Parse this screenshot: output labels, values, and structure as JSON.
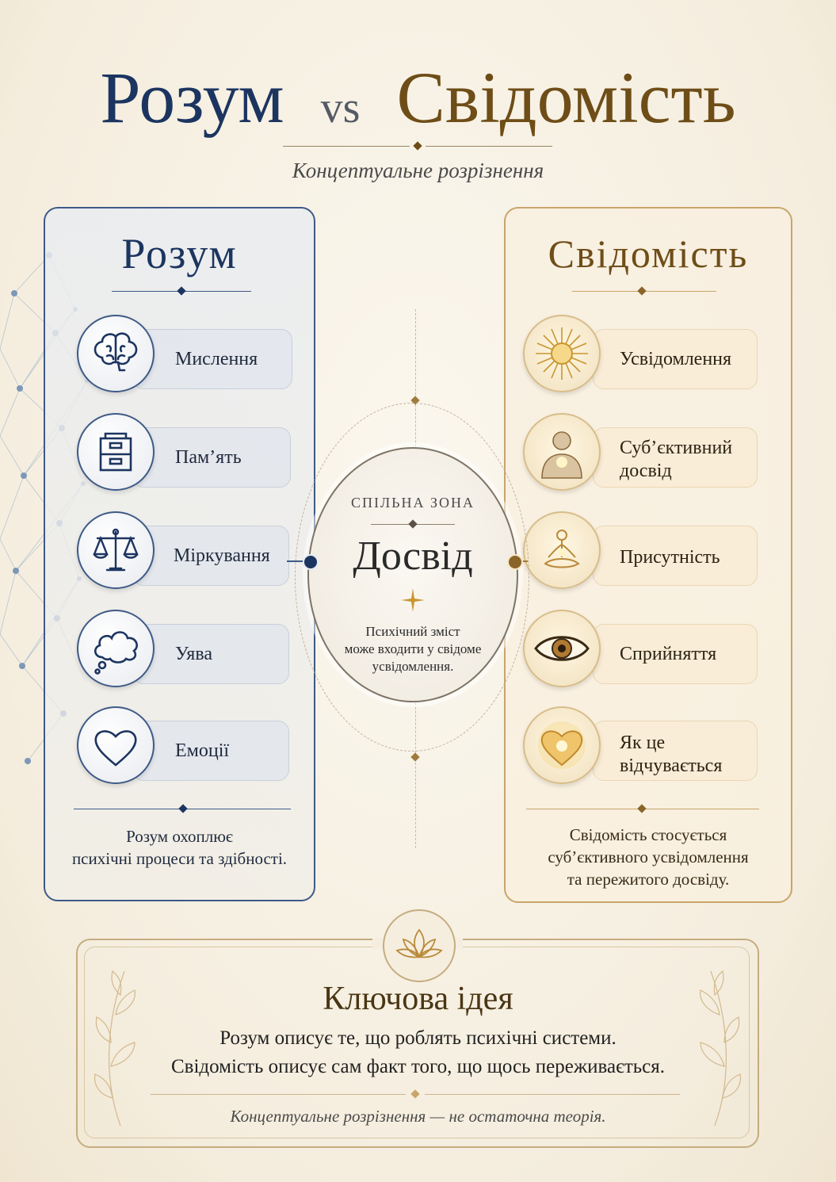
{
  "title": {
    "mind": "Розум",
    "vs": "vs",
    "consciousness": "Свідомість"
  },
  "subtitle": "Концептуальне розрізнення",
  "mind_panel": {
    "heading": "Розум",
    "items": [
      {
        "label": "Мислення",
        "icon": "brain-icon"
      },
      {
        "label": "Пам’ять",
        "icon": "file-cabinet-icon"
      },
      {
        "label": "Міркування",
        "icon": "scales-icon"
      },
      {
        "label": "Уява",
        "icon": "thought-cloud-icon"
      },
      {
        "label": "Емоції",
        "icon": "heart-outline-icon"
      }
    ],
    "footer": [
      "Розум охоплює",
      "психічні процеси та здібності."
    ]
  },
  "consciousness_panel": {
    "heading": "Свідомість",
    "items": [
      {
        "label": "Усвідомлення",
        "icon": "sun-icon"
      },
      {
        "label": "Суб’єктивний досвід",
        "lines": [
          "Суб’єктивний",
          "досвід"
        ],
        "icon": "person-silhouette-icon"
      },
      {
        "label": "Присутність",
        "icon": "meditation-icon"
      },
      {
        "label": "Сприйняття",
        "icon": "eye-icon"
      },
      {
        "label": "Як це відчувається",
        "lines": [
          "Як це",
          "відчувається"
        ],
        "icon": "glowing-heart-icon"
      }
    ],
    "footer": [
      "Свідомість стосується",
      "суб’єктивного усвідомлення",
      "та пережитого досвіду."
    ]
  },
  "center": {
    "zone_label": "СПІЛЬНА ЗОНА",
    "title": "Досвід",
    "text": [
      "Психічний зміст",
      "може входити у свідоме",
      "усвідомлення."
    ]
  },
  "key_idea": {
    "title": "Ключова ідея",
    "lines": [
      "Розум описує те, що роблять психічні системи.",
      "Свідомість описує сам факт того, що щось переживається."
    ],
    "note": "Концептуальне розрізнення — не остаточна теорія."
  },
  "colors": {
    "mind": "#1c3560",
    "consciousness": "#6e4d17",
    "gold": "#c9a56a"
  }
}
